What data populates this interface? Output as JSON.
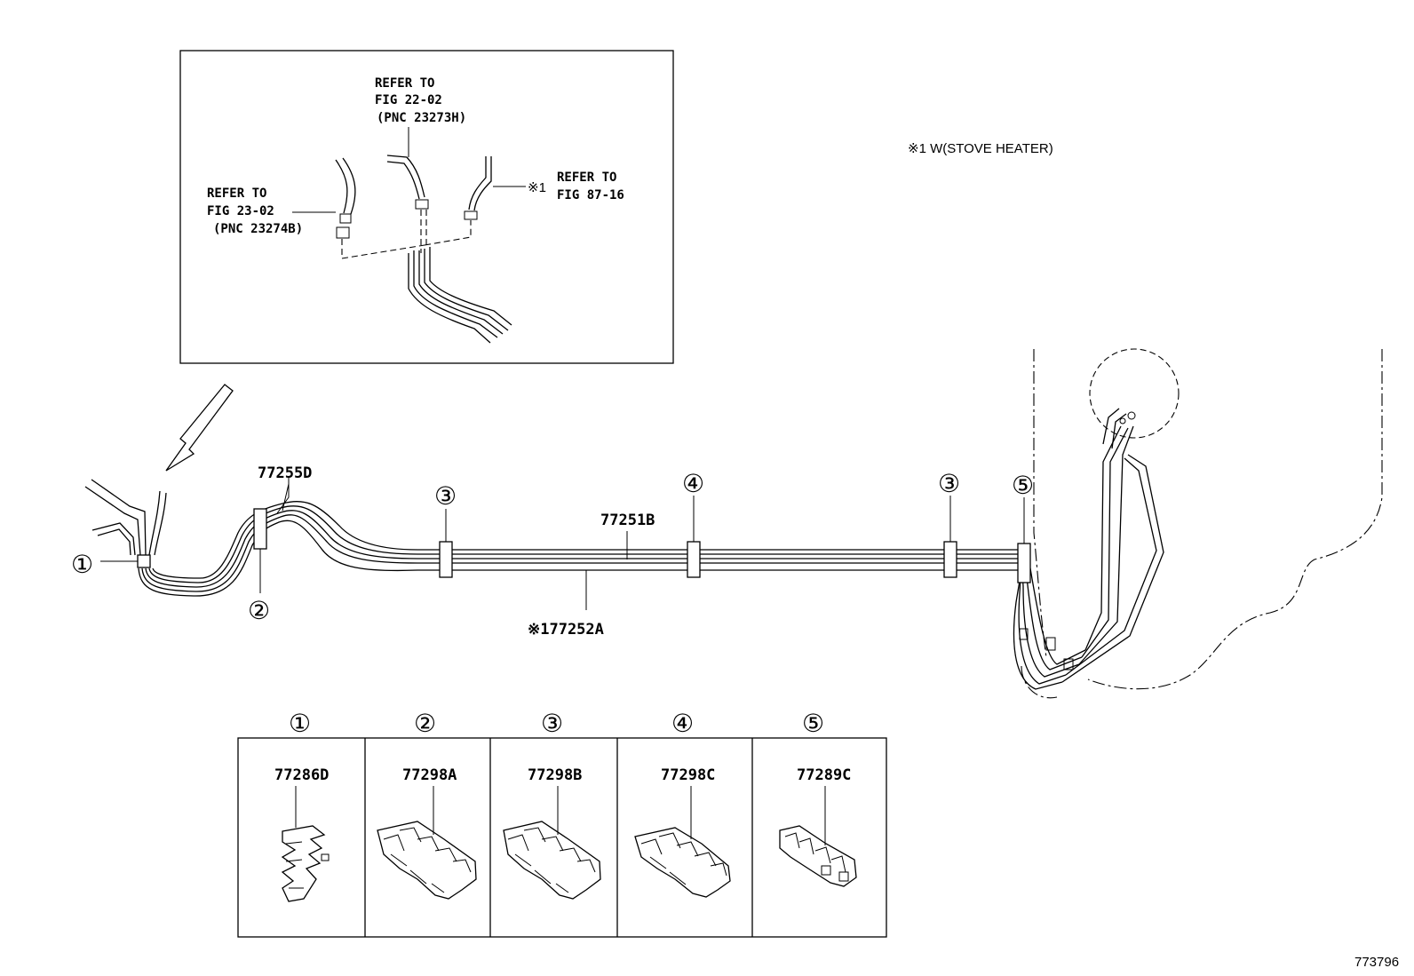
{
  "inset": {
    "ref_22": {
      "line1": "REFER TO",
      "line2": "FIG 22-02",
      "line3": "(PNC 23273H)"
    },
    "ref_23": {
      "line1": "REFER TO",
      "line2": "FIG 23-02",
      "line3": "(PNC 23274B)"
    },
    "ref_87": {
      "mark": "※1",
      "line1": "REFER TO",
      "line2": "FIG 87-16"
    }
  },
  "note": "※1 W(STOVE HEATER)",
  "parts": {
    "p77255D": "77255D",
    "p77251B": "77251B",
    "p77252A": "※177252A"
  },
  "callouts": {
    "c1": "①",
    "c2": "②",
    "c3a": "③",
    "c4": "④",
    "c3b": "③",
    "c5": "⑤"
  },
  "table": {
    "headers": [
      "①",
      "②",
      "③",
      "④",
      "⑤"
    ],
    "parts": [
      "77286D",
      "77298A",
      "77298B",
      "77298C",
      "77289C"
    ]
  },
  "figure_number": "773796"
}
